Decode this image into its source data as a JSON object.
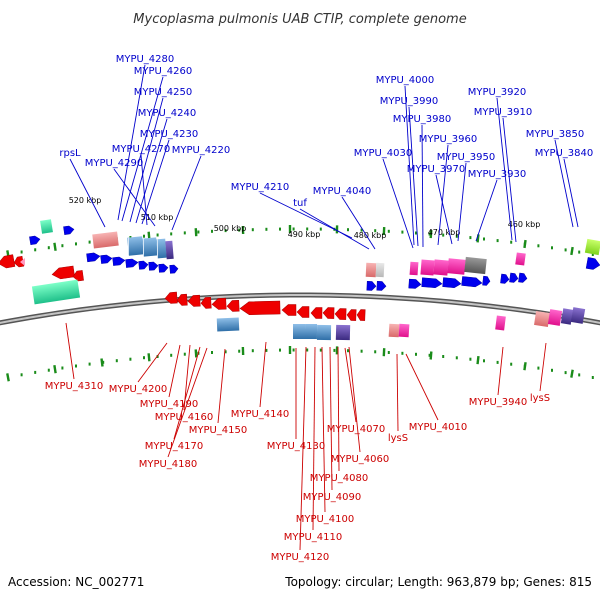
{
  "title": "Mycoplasma pulmonis UAB CTIP, complete genome",
  "footer": {
    "accession": "Accession: NC_002771",
    "summary": "Topology: circular; Length: 963,879 bp; Genes: 815"
  },
  "colors": {
    "top_labels": "#0000cc",
    "bottom_labels": "#cc0000",
    "backbone": "#888888",
    "ticks": "#1a8c1a",
    "forward_genes": "#0000ee",
    "reverse_genes": "#ee0000"
  },
  "scale_labels": [
    "520 kbp",
    "510 kbp",
    "500 kbp",
    "490 kbp",
    "480 kbp",
    "470 kbp",
    "460 kbp"
  ],
  "top_labels": [
    "MYPU_4280",
    "MYPU_4260",
    "MYPU_4250",
    "MYPU_4240",
    "MYPU_4230",
    "MYPU_4270",
    "rpsL",
    "MYPU_4290",
    "MYPU_4220",
    "MYPU_4210",
    "tuf",
    "MYPU_4040",
    "MYPU_4030",
    "MYPU_4000",
    "MYPU_3990",
    "MYPU_3980",
    "MYPU_3960",
    "MYPU_3950",
    "MYPU_3970",
    "MYPU_3930",
    "MYPU_3920",
    "MYPU_3910",
    "MYPU_3850",
    "MYPU_3840"
  ],
  "bottom_labels": [
    "MYPU_4310",
    "MYPU_4200",
    "MYPU_4190",
    "MYPU_4160",
    "MYPU_4170",
    "MYPU_4180",
    "MYPU_4150",
    "MYPU_4140",
    "MYPU_4130",
    "MYPU_4070",
    "MYPU_4060",
    "MYPU_4080",
    "MYPU_4090",
    "MYPU_4100",
    "MYPU_4110",
    "MYPU_4120",
    "lysS",
    "MYPU_4010",
    "MYPU_3940",
    "lysS"
  ]
}
